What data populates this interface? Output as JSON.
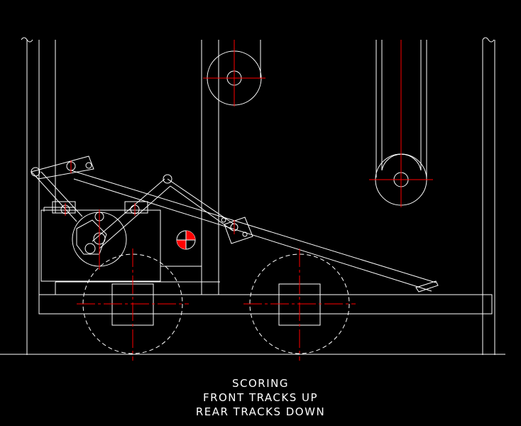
{
  "drawing": {
    "background": "#000000",
    "line_color": "#ffffff",
    "centerline_color": "#ff0000",
    "cg_marker_color": "#ff0000"
  },
  "caption": {
    "line1": "SCORING",
    "line2": "FRONT TRACKS UP",
    "line3": "REAR TRACKS DOWN"
  }
}
